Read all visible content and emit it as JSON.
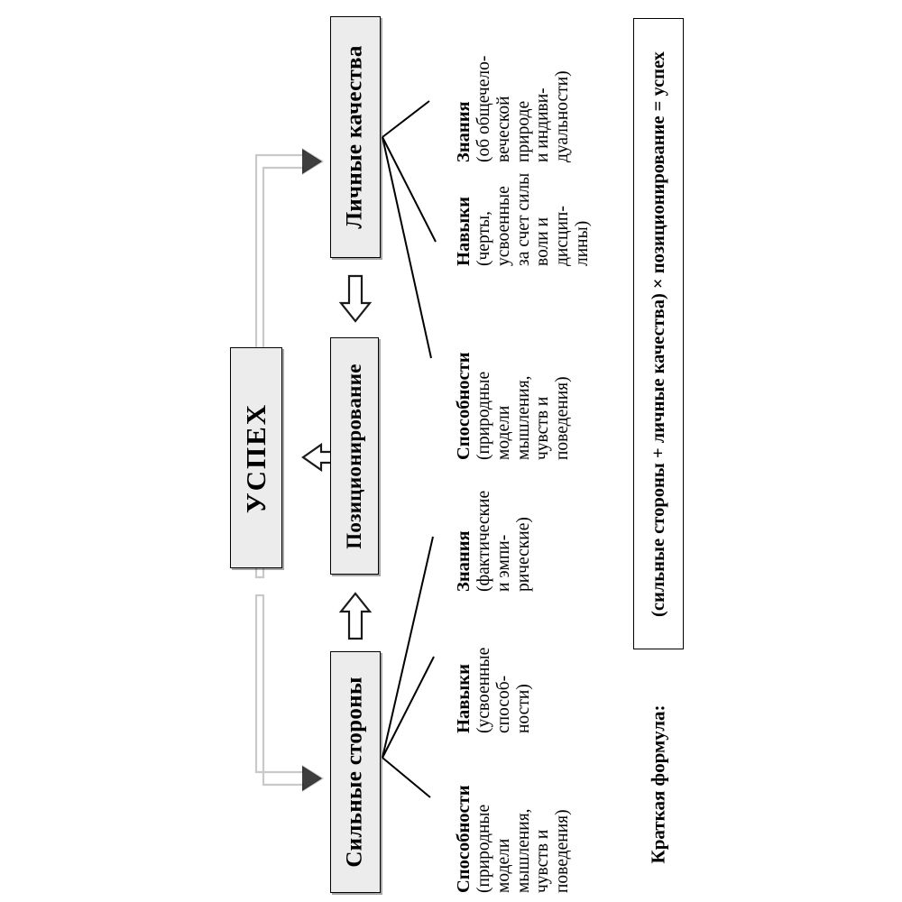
{
  "diagram": {
    "title_formula_label": "Краткая формула:",
    "formula": "(сильные стороны + личные качества) × позиционирование = успех",
    "boxes": {
      "personal_qualities": "Личные качества",
      "positioning": "Позиционирование",
      "success": "УСПЕХ",
      "strengths": "Сильные стороны"
    },
    "branches": {
      "personal_qualities": [
        {
          "title": "Знания",
          "lines": [
            "(об общечело-",
            "веческой",
            "природе",
            "и индиви-",
            "дуальности)"
          ]
        },
        {
          "title": "Навыки",
          "lines": [
            "(черты,",
            "усвоенные",
            "за счет силы",
            "воли и",
            "дисцип-",
            "лины)"
          ]
        },
        {
          "title": "Способности",
          "lines": [
            "(природные",
            "модели",
            "мышления,",
            "чувств и",
            "поведения)"
          ]
        }
      ],
      "strengths": [
        {
          "title": "Знания",
          "lines": [
            "(фактические",
            "и эмпи-",
            "рические)"
          ]
        },
        {
          "title": "Навыки",
          "lines": [
            "(усвоенные",
            "способ-",
            "ности)"
          ]
        },
        {
          "title": "Способности",
          "lines": [
            "(природные",
            "модели",
            "мышления,",
            "чувств и",
            "поведения)"
          ]
        }
      ]
    },
    "colors": {
      "box_fill": "#ececec",
      "box_border": "#000000",
      "elbow_arrow": "#c9c9c9",
      "block_arrow_fill": "#ffffff",
      "text": "#000000"
    },
    "arrows": {
      "personal_to_positioning": "down-block-arrow",
      "strengths_to_positioning": "up-block-arrow",
      "positioning_to_success": "left-block-arrow",
      "success_to_personal": "elbow-arrow-right",
      "success_to_strengths": "elbow-arrow-right"
    }
  }
}
